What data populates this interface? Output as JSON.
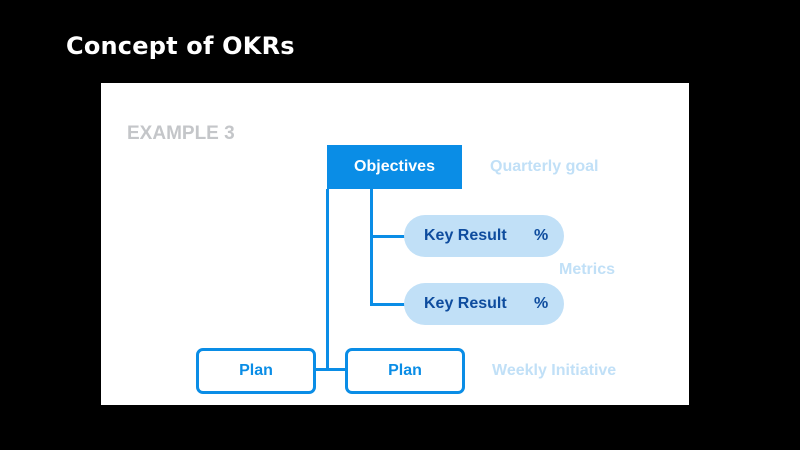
{
  "slide": {
    "title": "Concept of OKRs"
  },
  "diagram": {
    "example_label": "EXAMPLE 3",
    "objective": "Objectives",
    "key_results": [
      {
        "label": "Key Result",
        "unit": "%"
      },
      {
        "label": "Key Result",
        "unit": "%"
      }
    ],
    "plans": [
      {
        "label": "Plan"
      },
      {
        "label": "Plan"
      }
    ],
    "annotations": {
      "quarterly": "Quarterly goal",
      "metrics": "Metrics",
      "weekly": "Weekly Initiative"
    },
    "colors": {
      "primary": "#0a8de6",
      "key_result_fill": "#c1e0f7",
      "key_result_text": "#0e4c9e",
      "annotation_text": "#c1e0f7",
      "example_text": "#c4c6c9"
    }
  }
}
